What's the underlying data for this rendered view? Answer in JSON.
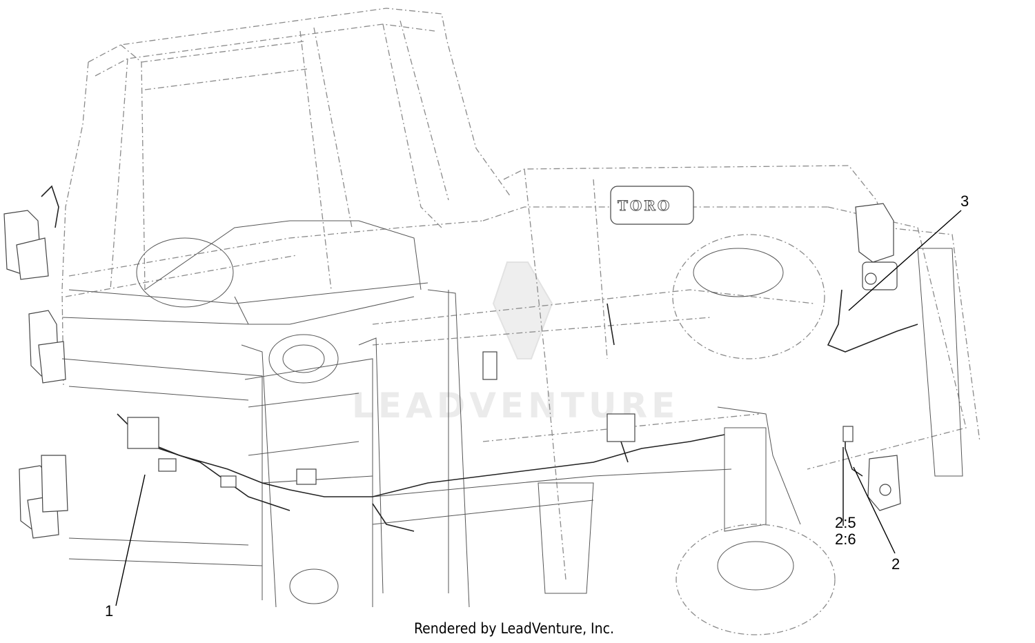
{
  "diagram": {
    "logo": "TORO",
    "watermark": "LEADVENTURE",
    "callouts": [
      {
        "id": "1",
        "label": "1"
      },
      {
        "id": "2",
        "label": "2"
      },
      {
        "id": "3",
        "label": "3"
      }
    ],
    "references": [
      "2:5",
      "2:6"
    ],
    "footer": "Rendered by LeadVenture, Inc.",
    "colors": {
      "line": "#444444",
      "dashed": "#8a8a8a",
      "background": "#ffffff"
    }
  }
}
